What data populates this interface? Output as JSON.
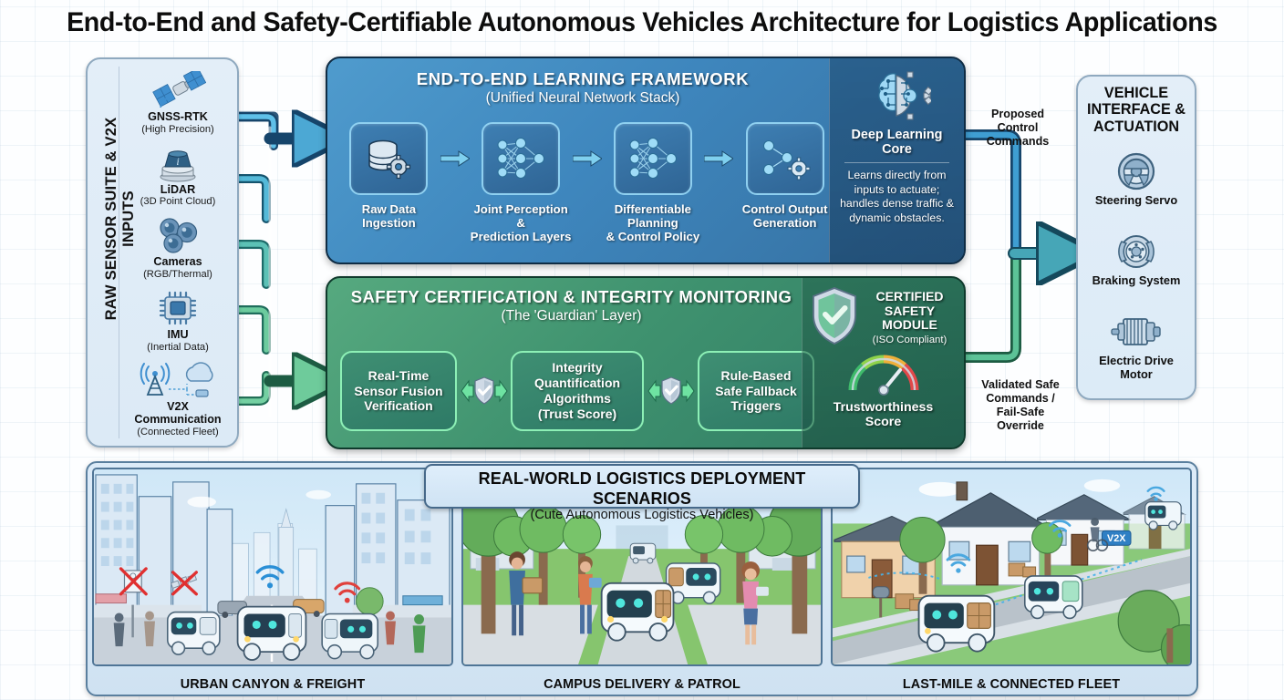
{
  "title": "End-to-End and Safety-Certifiable Autonomous Vehicles Architecture for Logistics Applications",
  "sensor_rail": {
    "vertical_title": "RAW SENSOR SUITE & V2X INPUTS",
    "items": [
      {
        "icon": "satellite-icon",
        "name": "GNSS-RTK",
        "sub": "(High Precision)"
      },
      {
        "icon": "lidar-icon",
        "name": "LiDAR",
        "sub": "(3D Point Cloud)"
      },
      {
        "icon": "cameras-icon",
        "name": "Cameras",
        "sub": "(RGB/Thermal)"
      },
      {
        "icon": "chip-icon",
        "name": "IMU",
        "sub": "(Inertial Data)"
      },
      {
        "icon": "antenna-cloud-icon",
        "name": "V2X Communication",
        "sub": "(Connected Fleet)"
      }
    ]
  },
  "e2e_panel": {
    "heading": "END-TO-END LEARNING FRAMEWORK",
    "subheading": "(Unified Neural Network Stack)",
    "steps": [
      {
        "icon": "database-gear-icon",
        "label": "Raw Data\nIngestion"
      },
      {
        "icon": "neural-net-icon",
        "label": "Joint Perception &\nPrediction Layers"
      },
      {
        "icon": "neural-net-icon",
        "label": "Differentiable Planning\n& Control Policy"
      },
      {
        "icon": "control-output-icon",
        "label": "Control Output\nGeneration"
      }
    ],
    "core": {
      "icon": "brain-gear-icon",
      "title": "Deep Learning Core",
      "description": "Learns directly from inputs to actuate; handles dense traffic & dynamic obstacles."
    },
    "accent": "#3e86bd"
  },
  "safety_panel": {
    "heading": "SAFETY CERTIFICATION & INTEGRITY MONITORING",
    "subheading": "(The 'Guardian' Layer)",
    "boxes": [
      {
        "label": "Real-Time\nSensor Fusion\nVerification"
      },
      {
        "label": "Integrity\nQuantification\nAlgorithms\n(Trust Score)"
      },
      {
        "label": "Rule-Based\nSafe Fallback\nTriggers"
      }
    ],
    "certified_module": {
      "icon": "shield-check-icon",
      "title": "CERTIFIED\nSAFETY\nMODULE",
      "sub": "(ISO Compliant)"
    },
    "gauge": {
      "icon": "gauge-icon",
      "label": "Trustworthiness\nScore"
    },
    "accent": "#3f926f"
  },
  "actuation_rail": {
    "title": "VEHICLE\nINTERFACE &\nACTUATION",
    "items": [
      {
        "icon": "steering-wheel-icon",
        "name": "Steering Servo"
      },
      {
        "icon": "brake-disc-icon",
        "name": "Braking System"
      },
      {
        "icon": "electric-motor-icon",
        "name": "Electric Drive\nMotor"
      }
    ]
  },
  "connectors": {
    "proposed_control_commands": "Proposed\nControl\nCommands",
    "validated_safe_commands": "Validated Safe\nCommands /\nFail-Safe\nOverride"
  },
  "scenarios": {
    "banner_title": "REAL-WORLD LOGISTICS DEPLOYMENT SCENARIOS",
    "banner_sub": "(Cute Autonomous Logistics Vehicles)",
    "items": [
      {
        "caption": "URBAN CANYON & FREIGHT",
        "scene": "urban-canyon-scene"
      },
      {
        "caption": "CAMPUS DELIVERY & PATROL",
        "scene": "campus-delivery-scene"
      },
      {
        "caption": "LAST-MILE & CONNECTED FLEET",
        "scene": "last-mile-scene",
        "badge": "V2X"
      }
    ]
  }
}
